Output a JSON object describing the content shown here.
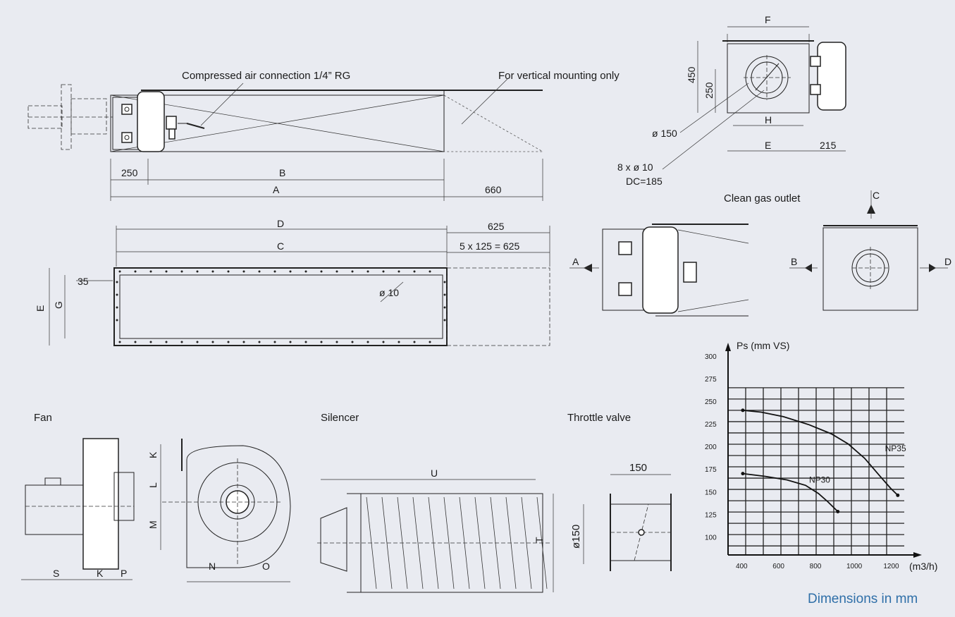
{
  "drawing": {
    "callouts": {
      "compressed_air": "Compressed air connection 1/4” RG",
      "vertical_mounting": "For vertical mounting only",
      "clean_gas_outlet": "Clean gas outlet",
      "dia150": "ø 150",
      "holes": "8  x  ø  10",
      "dc": "DC=185",
      "dia10": "ø 10"
    },
    "dims_top": {
      "d250": "250",
      "b": "B",
      "a": "A",
      "d660": "660"
    },
    "dims_flange": {
      "f": "F",
      "h": "H",
      "e": "E",
      "d215": "215",
      "d450": "450",
      "d250": "250"
    },
    "dims_plate": {
      "d": "D",
      "c": "C",
      "d625": "625",
      "pitch": "5 x 125 = 625",
      "d35": "35",
      "e": "E",
      "g": "G"
    },
    "arrows": {
      "a": "A",
      "b": "B",
      "c": "C",
      "d": "D"
    },
    "sections": {
      "fan": "Fan",
      "silencer": "Silencer",
      "throttle": "Throttle valve"
    },
    "dims_fan": {
      "s": "S",
      "k1": "K",
      "p": "P",
      "k2": "K",
      "l": "L",
      "m": "M",
      "n": "N",
      "o": "O"
    },
    "dims_silencer": {
      "u": "U",
      "t": "T"
    },
    "dims_throttle": {
      "d150": "150",
      "dia150": "ø150"
    },
    "footer": "Dimensions in mm"
  },
  "chart_data": {
    "type": "line",
    "ylabel": "Ps (mm VS)",
    "xlabel": "(m3/h)",
    "x_ticks": [
      400,
      600,
      800,
      1000,
      1200
    ],
    "y_ticks": [
      100,
      125,
      150,
      175,
      200,
      225,
      250,
      275,
      300
    ],
    "xlim": [
      320,
      1340
    ],
    "ylim": [
      80,
      300
    ],
    "grid": true,
    "series": [
      {
        "name": "NP35",
        "points": [
          [
            400,
            240
          ],
          [
            500,
            238
          ],
          [
            620,
            233
          ],
          [
            760,
            224
          ],
          [
            880,
            214
          ],
          [
            970,
            203
          ],
          [
            1060,
            187
          ],
          [
            1140,
            168
          ],
          [
            1200,
            154
          ],
          [
            1240,
            146
          ]
        ]
      },
      {
        "name": "NP30",
        "points": [
          [
            400,
            170
          ],
          [
            520,
            167
          ],
          [
            640,
            163
          ],
          [
            740,
            157
          ],
          [
            810,
            148
          ],
          [
            860,
            139
          ],
          [
            900,
            131
          ],
          [
            915,
            128
          ]
        ]
      }
    ]
  }
}
